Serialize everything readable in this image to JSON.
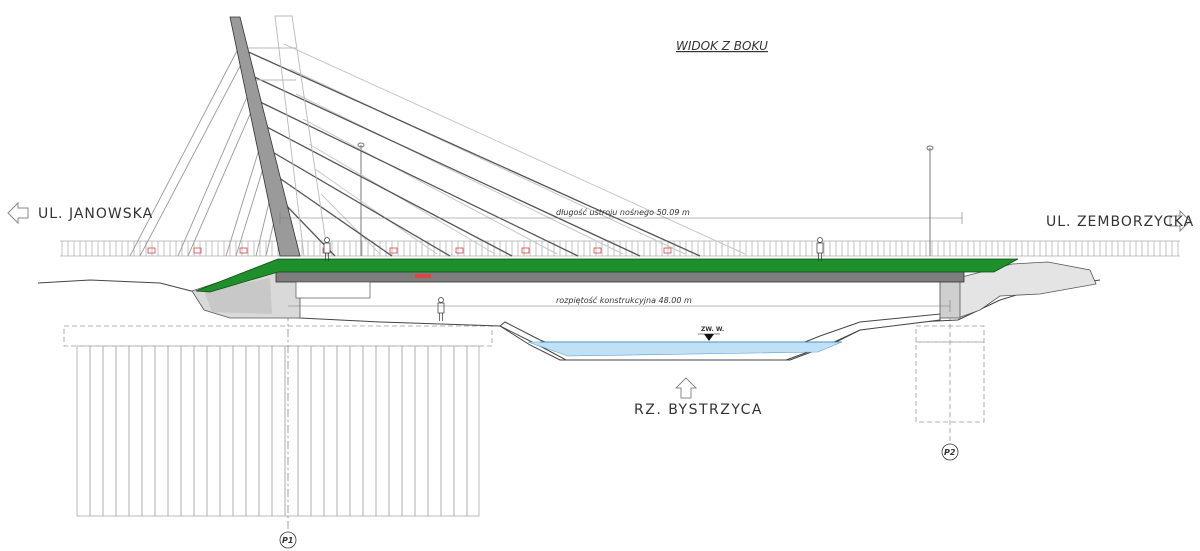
{
  "title": "WIDOK Z BOKU",
  "roads": {
    "left": "UL. JANOWSKA",
    "right": "UL. ZEMBORZYCKA"
  },
  "river": "RZ. BYSTRZYCA",
  "water_level": "ZW. W.",
  "dimensions": {
    "structure_length": "długość ustroju nośnego 50.09 m",
    "span": "rozpiętość konstrukcyjna 48.00 m"
  },
  "supports": {
    "left": "P1",
    "right": "P2"
  },
  "colors": {
    "deck_slab": "#1e8f2a",
    "water": "#bfe0f5",
    "pylon": "#9a9a9a",
    "cable": "#555555",
    "line": "#666666"
  }
}
